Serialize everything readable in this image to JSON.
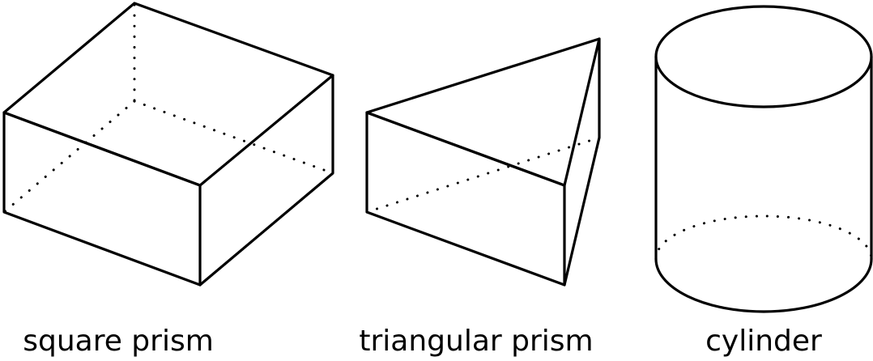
{
  "shapes": [
    {
      "id": "square-prism",
      "label": "square prism"
    },
    {
      "id": "triangular-prism",
      "label": "triangular prism"
    },
    {
      "id": "cylinder",
      "label": "cylinder"
    }
  ],
  "colors": {
    "stroke": "#000000",
    "background": "#ffffff"
  }
}
